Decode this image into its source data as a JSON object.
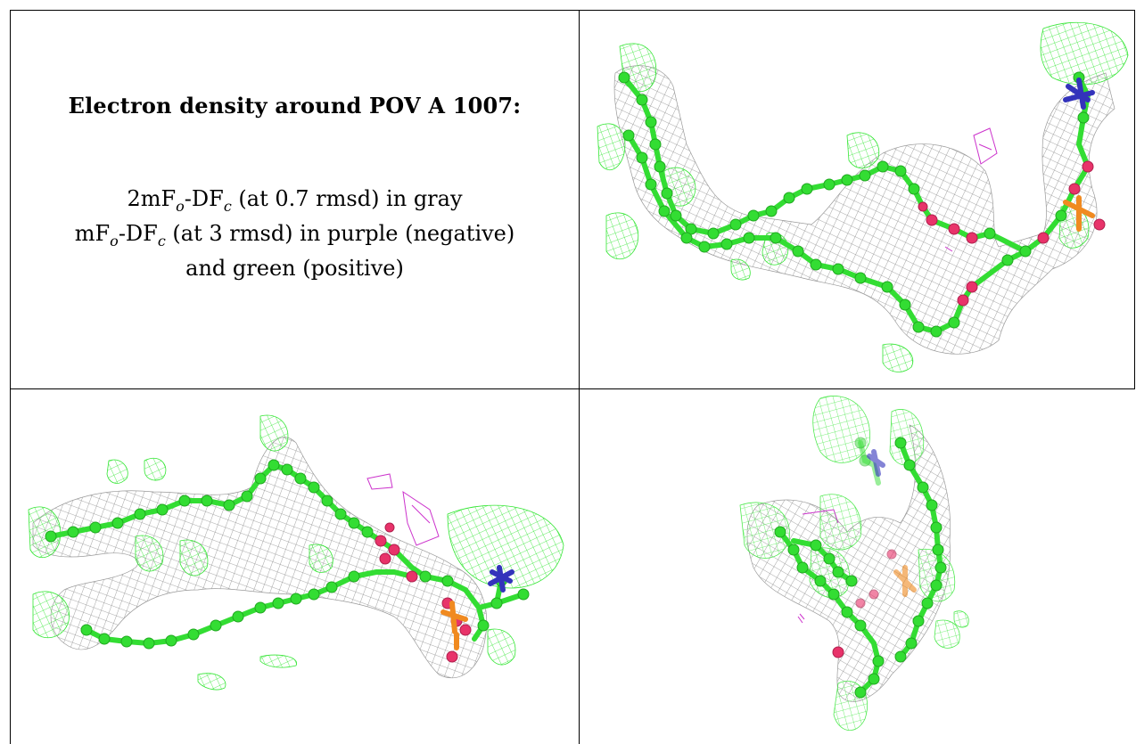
{
  "caption": {
    "title": "Electron density around POV A 1007:",
    "line1_prefix": "2mF",
    "line1_sub1": "o",
    "line1_mid": "-DF",
    "line1_sub2": "c",
    "line1_suffix": " (at 0.7 rmsd) in gray",
    "line2_prefix": "mF",
    "line2_sub1": "o",
    "line2_mid": "-DF",
    "line2_sub2": "c",
    "line2_suffix": " (at 3 rmsd) in purple (negative)",
    "line3": "and green (positive)"
  },
  "colors": {
    "gray_mesh": "#8c8c8c",
    "green_mesh": "#33e633",
    "purple_mesh": "#cc33cc",
    "carbon": "#33dd33",
    "oxygen": "#e8336a",
    "nitrogen": "#3333bb",
    "phosphorus": "#f08a20"
  },
  "panels": [
    {
      "id": "top-right",
      "view": "view-1"
    },
    {
      "id": "bottom-left",
      "view": "view-2"
    },
    {
      "id": "bottom-right",
      "view": "view-3"
    }
  ]
}
